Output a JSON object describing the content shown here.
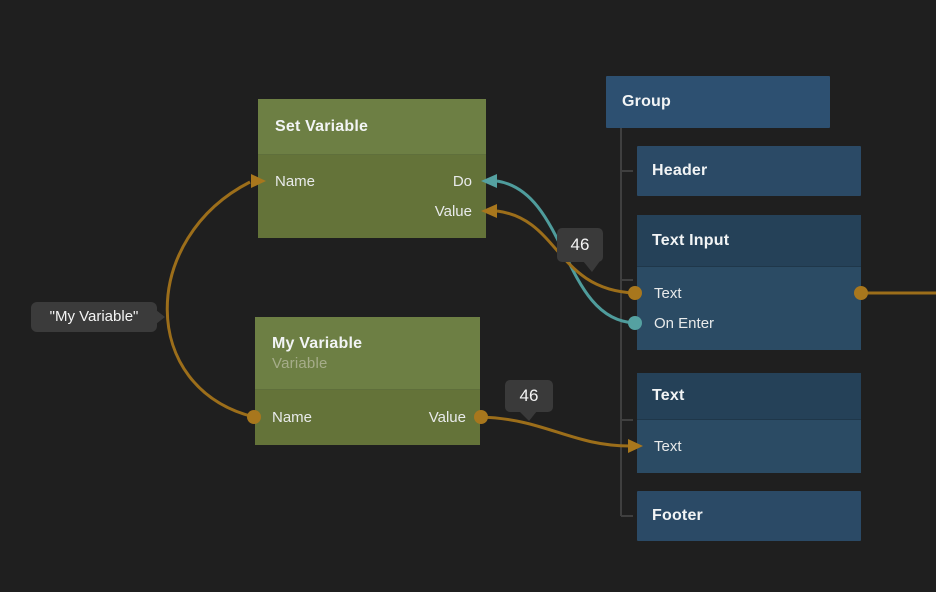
{
  "editor": {
    "background": "#1f1f1f",
    "tree_line_color": "#3f3f3f",
    "wire_orange": "#9c6e1a",
    "wire_teal": "#4f9c9c",
    "port_orange": "#a8771d",
    "port_teal": "#55a1a1",
    "green_header": "#6d7f44",
    "green_body": "#647339",
    "blue_group": "#2d5071",
    "blue_header": "#254158",
    "blue_body": "#2b4b64",
    "blue_solo": "#2b4a66",
    "bubble_bg": "#3a3a3a"
  },
  "nodes": {
    "set_variable": {
      "title": "Set Variable",
      "ports": {
        "name": "Name",
        "do": "Do",
        "value": "Value"
      }
    },
    "my_variable": {
      "title": "My Variable",
      "subtitle": "Variable",
      "ports": {
        "name": "Name",
        "value": "Value"
      }
    },
    "group": {
      "title": "Group"
    },
    "header": {
      "title": "Header"
    },
    "text_input": {
      "title": "Text Input",
      "ports": {
        "text": "Text",
        "on_enter": "On Enter"
      }
    },
    "text": {
      "title": "Text",
      "ports": {
        "text": "Text"
      }
    },
    "footer": {
      "title": "Footer"
    }
  },
  "badges": {
    "set_variable_wires": "46",
    "variable_value_wire": "46"
  },
  "wire_value_label": "\"My Variable\""
}
